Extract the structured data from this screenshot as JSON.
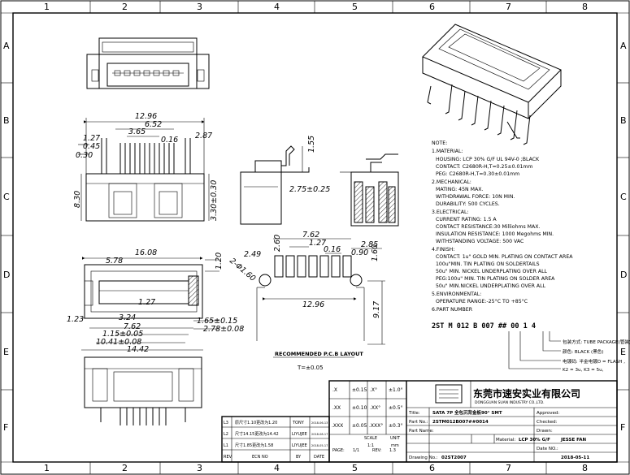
{
  "grid": {
    "cols": [
      "1",
      "2",
      "3",
      "4",
      "5",
      "6",
      "7",
      "8"
    ],
    "rows": [
      "A",
      "B",
      "C",
      "D",
      "E",
      "F"
    ]
  },
  "dims": {
    "d1296": "12.96",
    "d652": "6.52",
    "d365": "3.65",
    "d016a": "0.16",
    "d287": "2.87",
    "d127a": "1.27",
    "d045": "0.45",
    "d030": "0.30",
    "d830": "8.30",
    "d330": "3.30±0.30",
    "d155": "1.55",
    "d275": "2.75±0.25",
    "d1608": "16.08",
    "d578": "5.78",
    "d120": "1.20",
    "d127b": "1.27",
    "d123": "1.23",
    "d324": "3.24",
    "d762a": "7.62",
    "d115": "1.15±0.05",
    "d1041": "10.41±0.08",
    "d1442": "14.42",
    "d165": "1.65±0.15",
    "d278": "2.78±0.08",
    "d762b": "7.62",
    "d127c": "1.27",
    "d016b": "0.16",
    "d249": "2.49",
    "d260": "2.60",
    "d285": "2.85",
    "d090": "0.90",
    "d160": "1.60",
    "d2phi": "2-Φ1.60",
    "d1296b": "12.96",
    "d917": "9.17"
  },
  "pcb": {
    "title": "RECOMMENDED P.C.B LAYOUT",
    "tol": "T=±0.05"
  },
  "notes": [
    "NOTE:",
    "1.MATERIAL:",
    "HOUSING: LCP   30% G/F UL 94V-0 ;BLACK",
    "CONTACT:  C2680R-H,T=0.25±0.01mm",
    "PEG: C2680R-H,T=0.30±0.01mm",
    "2.MECHANICAL:",
    "MATING: 45N MAX.",
    "WITHDRAWAL FORCE: 10N MIN.",
    "DURABILITY: 500 CYCLES.",
    "3.ELECTRICAL:",
    "CURRENT RATING: 1.5 A",
    "CONTACT RESISTANCE:30 Milliohms MAX.",
    "INSULATION RESISTANCE: 1000 Megohms MIN.",
    "WITHSTANDING VOLTAGE: 500 VAC",
    "4.FINISH:",
    "CONTACT: 1u\" GOLD MIN. PLATING ON CONTACT AREA",
    "100u\"MIN.  TIN PLATING ON SOLDERTAILS",
    "50u\" MIN. NICKEL UNDERPLATING OVER ALL",
    "PEG:100u\" MIN. TIN PLATING ON SOLDER AREA",
    "50u\" MIN.NICKEL UNDERPLATING OVER ALL",
    "5.ENVIRONMENTAL:",
    "OPERATURE RANGE:-25°C TO +85°C",
    "6.PART NUMBER"
  ],
  "part_number": {
    "code": "2ST M 012 B 007 ## 00 1 4",
    "legend1": "包装方式: TUBE PACKAGE(管装)",
    "legend2": "颜色: BLACK (黑色)",
    "legend3": "电镀码: 半金电镀D = FLASH ,",
    "legend4": "K2 = 3u,  K3 = 5u,"
  },
  "tolerances": {
    "r1": [
      ".X",
      "±0.15",
      ".X°",
      "±1.0°"
    ],
    "r2": [
      ".XX",
      "±0.10",
      ".XX°",
      "±0.5°"
    ],
    "r3": [
      ".XXX",
      "±0.05",
      ".XXX°",
      "±0.3°"
    ]
  },
  "title_block": {
    "company": "东莞市速安实业有限公司",
    "company_en": "DONGGUAN SUAN INDUSTRY CO.,LTD.",
    "title_label": "Title:",
    "title_value": "SATA 7P 全包沉背金板90° SMT",
    "part_label": "Part No.:",
    "part_value": "2STM012B007##0014",
    "partname_label": "Part Name:",
    "material_label": "Material:",
    "material_value": "LCP 30% G/F",
    "drawing_label": "Drawing No.:",
    "drawing_value": "02ST2007",
    "scale_label": "SCALE",
    "scale_value": "1:1",
    "unit_label": "UNIT",
    "unit_value": "mm",
    "page_label": "PAGE:",
    "page_value": "1/1",
    "rev_label": "REV:",
    "rev_value": "1.3",
    "approved_label": "Approved:",
    "checked_label": "Checked:",
    "drawn_label": "Drawn:",
    "drawn_value": "JESSE FAN",
    "dateno_label": "Date NO.:",
    "date_value": "2018-05-11"
  },
  "revisions": [
    [
      "L3",
      "原尺寸1.10更改为1.20",
      "TONY",
      "2018-06-13"
    ],
    [
      "L2",
      "尺寸14.15更改为14.42",
      "LIYUJEE",
      "2018-08-17"
    ],
    [
      "L1",
      "尺寸1.85更改为1.58",
      "LIYUJEE",
      "2018-05-17"
    ]
  ],
  "rev_header": [
    "REV",
    "ECN NO",
    "BY",
    "DATE"
  ]
}
